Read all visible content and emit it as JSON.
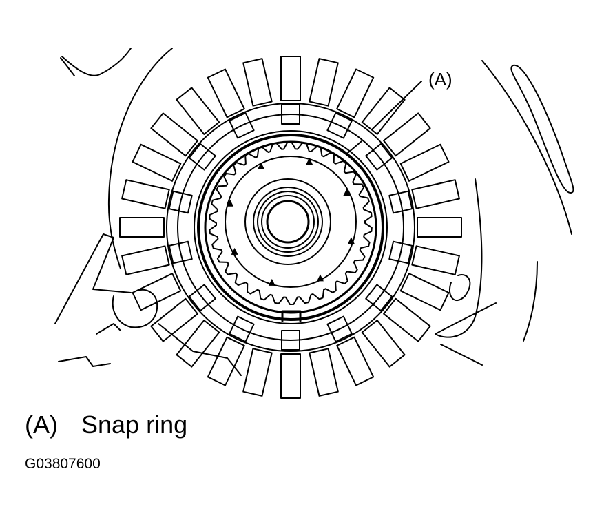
{
  "diagram": {
    "callout": "(A)"
  },
  "legend": {
    "items": [
      {
        "key": "(A)",
        "label": "Snap ring"
      }
    ]
  },
  "figure_id": "G03807600"
}
